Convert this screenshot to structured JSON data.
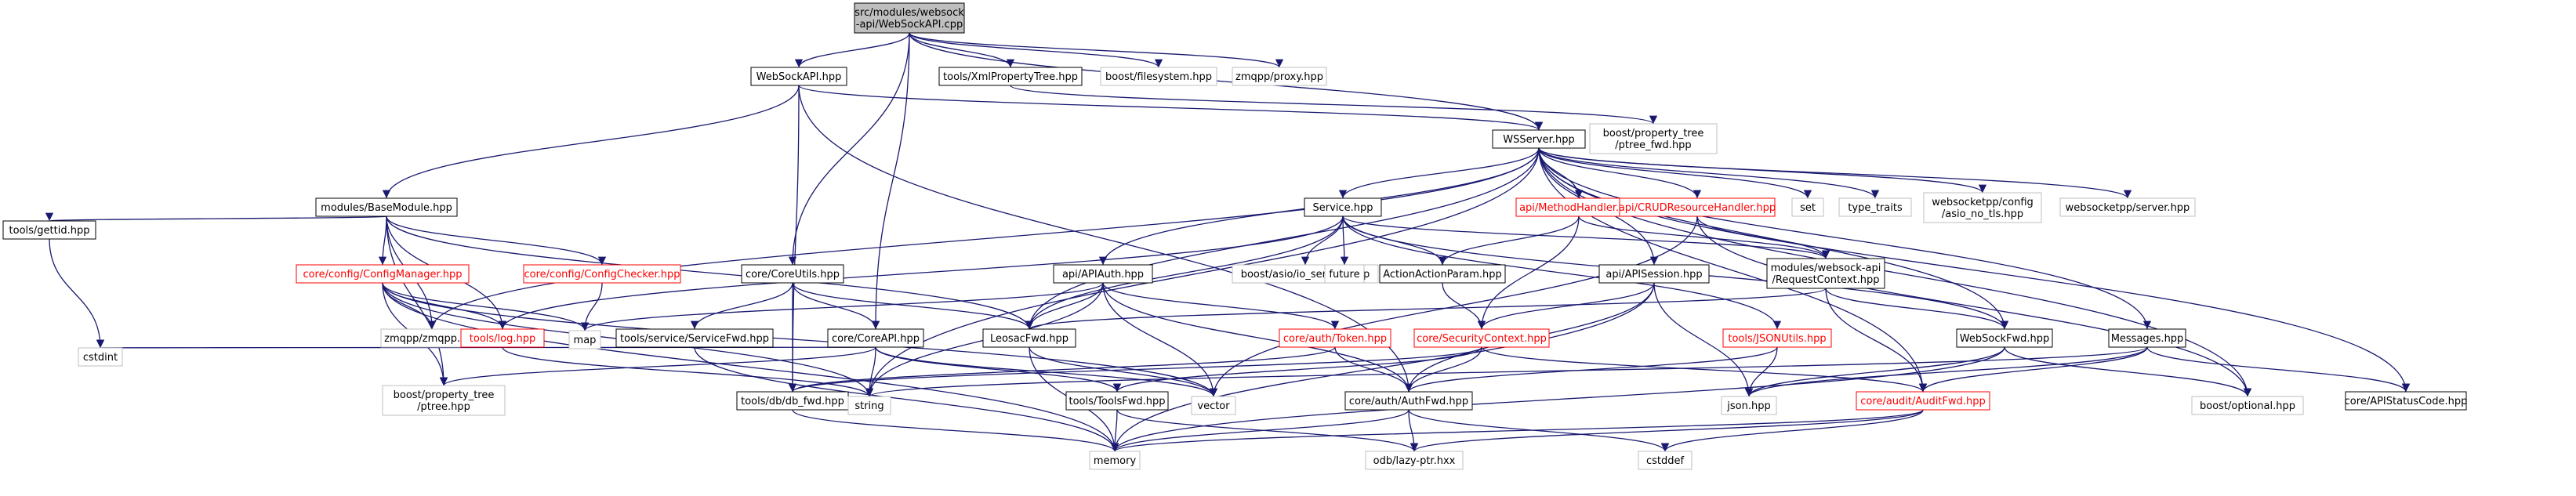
{
  "colors": {
    "edge": "#191970",
    "documented_border": "#000000",
    "missing_border": "#bfbfbf",
    "warning_border": "#ff0000",
    "root_fill": "#bfbfbf"
  },
  "nodes": [
    {
      "id": "root",
      "lines": [
        "src/modules/websock",
        "-api/WebSockAPI.cpp"
      ],
      "style": "root"
    },
    {
      "id": "websockapi_hpp",
      "lines": [
        "WebSockAPI.hpp"
      ],
      "style": "doc"
    },
    {
      "id": "xmlpropertytree",
      "lines": [
        "tools/XmlPropertyTree.hpp"
      ],
      "style": "doc"
    },
    {
      "id": "boost_filesystem",
      "lines": [
        "boost/filesystem.hpp"
      ],
      "style": "missing"
    },
    {
      "id": "zmqpp_proxy",
      "lines": [
        "zmqpp/proxy.hpp"
      ],
      "style": "missing"
    },
    {
      "id": "ptree_fwd",
      "lines": [
        "boost/property_tree",
        "/ptree_fwd.hpp"
      ],
      "style": "missing"
    },
    {
      "id": "wsserver",
      "lines": [
        "WSServer.hpp"
      ],
      "style": "doc"
    },
    {
      "id": "basemodule",
      "lines": [
        "modules/BaseModule.hpp"
      ],
      "style": "doc"
    },
    {
      "id": "service",
      "lines": [
        "Service.hpp"
      ],
      "style": "doc"
    },
    {
      "id": "methodhandler",
      "lines": [
        "api/MethodHandler.hpp"
      ],
      "style": "red"
    },
    {
      "id": "crudhandler",
      "lines": [
        "api/CRUDResourceHandler.hpp"
      ],
      "style": "red"
    },
    {
      "id": "set",
      "lines": [
        "set"
      ],
      "style": "missing"
    },
    {
      "id": "type_traits",
      "lines": [
        "type_traits"
      ],
      "style": "missing"
    },
    {
      "id": "asio_no_tls",
      "lines": [
        "websocketpp/config",
        "/asio_no_tls.hpp"
      ],
      "style": "missing"
    },
    {
      "id": "ws_server",
      "lines": [
        "websocketpp/server.hpp"
      ],
      "style": "missing"
    },
    {
      "id": "gettid",
      "lines": [
        "tools/gettid.hpp"
      ],
      "style": "doc"
    },
    {
      "id": "configmanager",
      "lines": [
        "core/config/ConfigManager.hpp"
      ],
      "style": "red"
    },
    {
      "id": "configchecker",
      "lines": [
        "core/config/ConfigChecker.hpp"
      ],
      "style": "red"
    },
    {
      "id": "coreutils",
      "lines": [
        "core/CoreUtils.hpp"
      ],
      "style": "doc"
    },
    {
      "id": "apiauth",
      "lines": [
        "api/APIAuth.hpp"
      ],
      "style": "doc"
    },
    {
      "id": "io_service",
      "lines": [
        "boost/asio/io_service.hpp"
      ],
      "style": "missing"
    },
    {
      "id": "future",
      "lines": [
        "future"
      ],
      "style": "missing"
    },
    {
      "id": "actionparam",
      "lines": [
        "ActionActionParam.hpp"
      ],
      "style": "doc"
    },
    {
      "id": "apisession",
      "lines": [
        "api/APISession.hpp"
      ],
      "style": "doc"
    },
    {
      "id": "requestcontext",
      "lines": [
        "modules/websock-api",
        "/RequestContext.hpp"
      ],
      "style": "doc"
    },
    {
      "id": "messages",
      "lines": [
        "Messages.hpp"
      ],
      "style": "doc"
    },
    {
      "id": "cstdint",
      "lines": [
        "cstdint"
      ],
      "style": "missing"
    },
    {
      "id": "zmqpp_hpp",
      "lines": [
        "zmqpp/zmqpp.hpp"
      ],
      "style": "missing"
    },
    {
      "id": "log",
      "lines": [
        "tools/log.hpp"
      ],
      "style": "red"
    },
    {
      "id": "map",
      "lines": [
        "map"
      ],
      "style": "missing"
    },
    {
      "id": "servicefwd",
      "lines": [
        "tools/service/ServiceFwd.hpp"
      ],
      "style": "doc"
    },
    {
      "id": "coreapi",
      "lines": [
        "core/CoreAPI.hpp"
      ],
      "style": "doc"
    },
    {
      "id": "leosacfwd",
      "lines": [
        "LeosacFwd.hpp"
      ],
      "style": "doc"
    },
    {
      "id": "token",
      "lines": [
        "core/auth/Token.hpp"
      ],
      "style": "red"
    },
    {
      "id": "securitycontext",
      "lines": [
        "core/SecurityContext.hpp"
      ],
      "style": "red"
    },
    {
      "id": "jsonutils",
      "lines": [
        "tools/JSONUtils.hpp"
      ],
      "style": "red"
    },
    {
      "id": "websockfwd",
      "lines": [
        "WebSockFwd.hpp"
      ],
      "style": "doc"
    },
    {
      "id": "apistatuscode",
      "lines": [
        "core/APIStatusCode.hpp"
      ],
      "style": "doc"
    },
    {
      "id": "ptree_hpp",
      "lines": [
        "boost/property_tree",
        "/ptree.hpp"
      ],
      "style": "missing"
    },
    {
      "id": "db_fwd",
      "lines": [
        "tools/db/db_fwd.hpp"
      ],
      "style": "doc"
    },
    {
      "id": "string",
      "lines": [
        "string"
      ],
      "style": "missing"
    },
    {
      "id": "toolsfwd",
      "lines": [
        "tools/ToolsFwd.hpp"
      ],
      "style": "doc"
    },
    {
      "id": "vector",
      "lines": [
        "vector"
      ],
      "style": "missing"
    },
    {
      "id": "authfwd",
      "lines": [
        "core/auth/AuthFwd.hpp"
      ],
      "style": "doc"
    },
    {
      "id": "json",
      "lines": [
        "json.hpp"
      ],
      "style": "missing"
    },
    {
      "id": "auditfwd",
      "lines": [
        "core/audit/AuditFwd.hpp"
      ],
      "style": "red"
    },
    {
      "id": "optional",
      "lines": [
        "boost/optional.hpp"
      ],
      "style": "missing"
    },
    {
      "id": "memory",
      "lines": [
        "memory"
      ],
      "style": "missing"
    },
    {
      "id": "lazyptr",
      "lines": [
        "odb/lazy-ptr.hxx"
      ],
      "style": "missing"
    },
    {
      "id": "cstddef",
      "lines": [
        "cstddef"
      ],
      "style": "missing"
    }
  ],
  "edges": [
    [
      "root",
      "websockapi_hpp"
    ],
    [
      "root",
      "xmlpropertytree"
    ],
    [
      "root",
      "boost_filesystem"
    ],
    [
      "root",
      "zmqpp_proxy"
    ],
    [
      "root",
      "wsserver"
    ],
    [
      "root",
      "coreutils"
    ],
    [
      "root",
      "coreapi"
    ],
    [
      "websockapi_hpp",
      "wsserver"
    ],
    [
      "websockapi_hpp",
      "basemodule"
    ],
    [
      "websockapi_hpp",
      "authfwd"
    ],
    [
      "websockapi_hpp",
      "db_fwd"
    ],
    [
      "xmlpropertytree",
      "ptree_fwd"
    ],
    [
      "wsserver",
      "service"
    ],
    [
      "wsserver",
      "methodhandler"
    ],
    [
      "wsserver",
      "crudhandler"
    ],
    [
      "wsserver",
      "set"
    ],
    [
      "wsserver",
      "type_traits"
    ],
    [
      "wsserver",
      "asio_no_tls"
    ],
    [
      "wsserver",
      "ws_server"
    ],
    [
      "wsserver",
      "apiauth"
    ],
    [
      "wsserver",
      "apisession"
    ],
    [
      "wsserver",
      "messages"
    ],
    [
      "wsserver",
      "leosacfwd"
    ],
    [
      "wsserver",
      "websockfwd"
    ],
    [
      "wsserver",
      "apistatuscode"
    ],
    [
      "wsserver",
      "auditfwd"
    ],
    [
      "wsserver",
      "optional"
    ],
    [
      "wsserver",
      "zmqpp_hpp"
    ],
    [
      "wsserver",
      "string"
    ],
    [
      "basemodule",
      "gettid"
    ],
    [
      "basemodule",
      "configmanager"
    ],
    [
      "basemodule",
      "configchecker"
    ],
    [
      "basemodule",
      "log"
    ],
    [
      "basemodule",
      "zmqpp_hpp"
    ],
    [
      "basemodule",
      "leosacfwd"
    ],
    [
      "basemodule",
      "ptree_hpp"
    ],
    [
      "gettid",
      "cstdint"
    ],
    [
      "configmanager",
      "zmqpp_hpp"
    ],
    [
      "configmanager",
      "log"
    ],
    [
      "configmanager",
      "map"
    ],
    [
      "configmanager",
      "ptree_hpp"
    ],
    [
      "configmanager",
      "string"
    ],
    [
      "configmanager",
      "memory"
    ],
    [
      "configmanager",
      "vector"
    ],
    [
      "configchecker",
      "map"
    ],
    [
      "coreutils",
      "servicefwd"
    ],
    [
      "coreutils",
      "coreapi"
    ],
    [
      "coreutils",
      "leosacfwd"
    ],
    [
      "coreutils",
      "db_fwd"
    ],
    [
      "coreapi",
      "cstdint"
    ],
    [
      "coreapi",
      "ptree_hpp"
    ],
    [
      "coreapi",
      "string"
    ],
    [
      "coreapi",
      "toolsfwd"
    ],
    [
      "coreapi",
      "vector"
    ],
    [
      "service",
      "leosacfwd"
    ],
    [
      "service",
      "io_service"
    ],
    [
      "service",
      "future"
    ],
    [
      "service",
      "actionparam"
    ],
    [
      "service",
      "requestcontext"
    ],
    [
      "service",
      "websockfwd"
    ],
    [
      "service",
      "log"
    ],
    [
      "service",
      "jsonutils"
    ],
    [
      "methodhandler",
      "actionparam"
    ],
    [
      "methodhandler",
      "securitycontext"
    ],
    [
      "methodhandler",
      "requestcontext"
    ],
    [
      "crudhandler",
      "requestcontext"
    ],
    [
      "crudhandler",
      "optional"
    ],
    [
      "crudhandler",
      "vector"
    ],
    [
      "apiauth",
      "map"
    ],
    [
      "apiauth",
      "token"
    ],
    [
      "apiauth",
      "leosacfwd"
    ],
    [
      "apiauth",
      "authfwd"
    ],
    [
      "apiauth",
      "vector"
    ],
    [
      "apiauth",
      "string"
    ],
    [
      "actionparam",
      "securitycontext"
    ],
    [
      "apisession",
      "securitycontext"
    ],
    [
      "apisession",
      "authfwd"
    ],
    [
      "apisession",
      "json"
    ],
    [
      "apisession",
      "memory"
    ],
    [
      "requestcontext",
      "leosacfwd"
    ],
    [
      "requestcontext",
      "websockfwd"
    ],
    [
      "requestcontext",
      "auditfwd"
    ],
    [
      "messages",
      "json"
    ],
    [
      "messages",
      "auditfwd"
    ],
    [
      "messages",
      "apistatuscode"
    ],
    [
      "messages",
      "string"
    ],
    [
      "log",
      "string"
    ],
    [
      "servicefwd",
      "memory"
    ],
    [
      "leosacfwd",
      "memory"
    ],
    [
      "leosacfwd",
      "vector"
    ],
    [
      "token",
      "authfwd"
    ],
    [
      "token",
      "db_fwd"
    ],
    [
      "securitycontext",
      "authfwd"
    ],
    [
      "securitycontext",
      "db_fwd"
    ],
    [
      "securitycontext",
      "auditfwd"
    ],
    [
      "securitycontext",
      "toolsfwd"
    ],
    [
      "jsonutils",
      "json"
    ],
    [
      "jsonutils",
      "authfwd"
    ],
    [
      "websockfwd",
      "json"
    ],
    [
      "websockfwd",
      "optional"
    ],
    [
      "websockfwd",
      "memory"
    ],
    [
      "toolsfwd",
      "lazyptr"
    ],
    [
      "toolsfwd",
      "memory"
    ],
    [
      "db_fwd",
      "memory"
    ],
    [
      "authfwd",
      "memory"
    ],
    [
      "authfwd",
      "lazyptr"
    ],
    [
      "authfwd",
      "cstddef"
    ],
    [
      "auditfwd",
      "memory"
    ],
    [
      "auditfwd",
      "lazyptr"
    ],
    [
      "auditfwd",
      "cstddef"
    ]
  ]
}
